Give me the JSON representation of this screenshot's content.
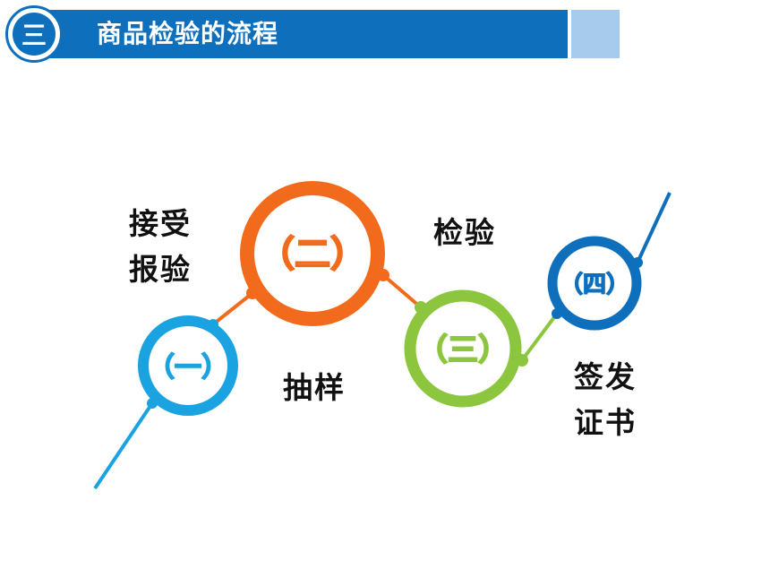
{
  "header": {
    "badge": "三",
    "title": "商品检验的流程"
  },
  "steps": [
    {
      "number": "（一）",
      "color": "#1aa3e0",
      "label_lines": []
    },
    {
      "number": "（二）",
      "color": "#f26b1d",
      "label_lines": []
    },
    {
      "number": "（三）",
      "color": "#8cc63f",
      "label_lines": []
    },
    {
      "number": "（四）",
      "color": "#0e6fbd",
      "label_lines": []
    }
  ],
  "labels": {
    "receive_line1": "接受",
    "receive_line2": "报验",
    "sampling": "抽样",
    "inspection": "检验",
    "certificate_line1": "签发",
    "certificate_line2": "证书"
  }
}
